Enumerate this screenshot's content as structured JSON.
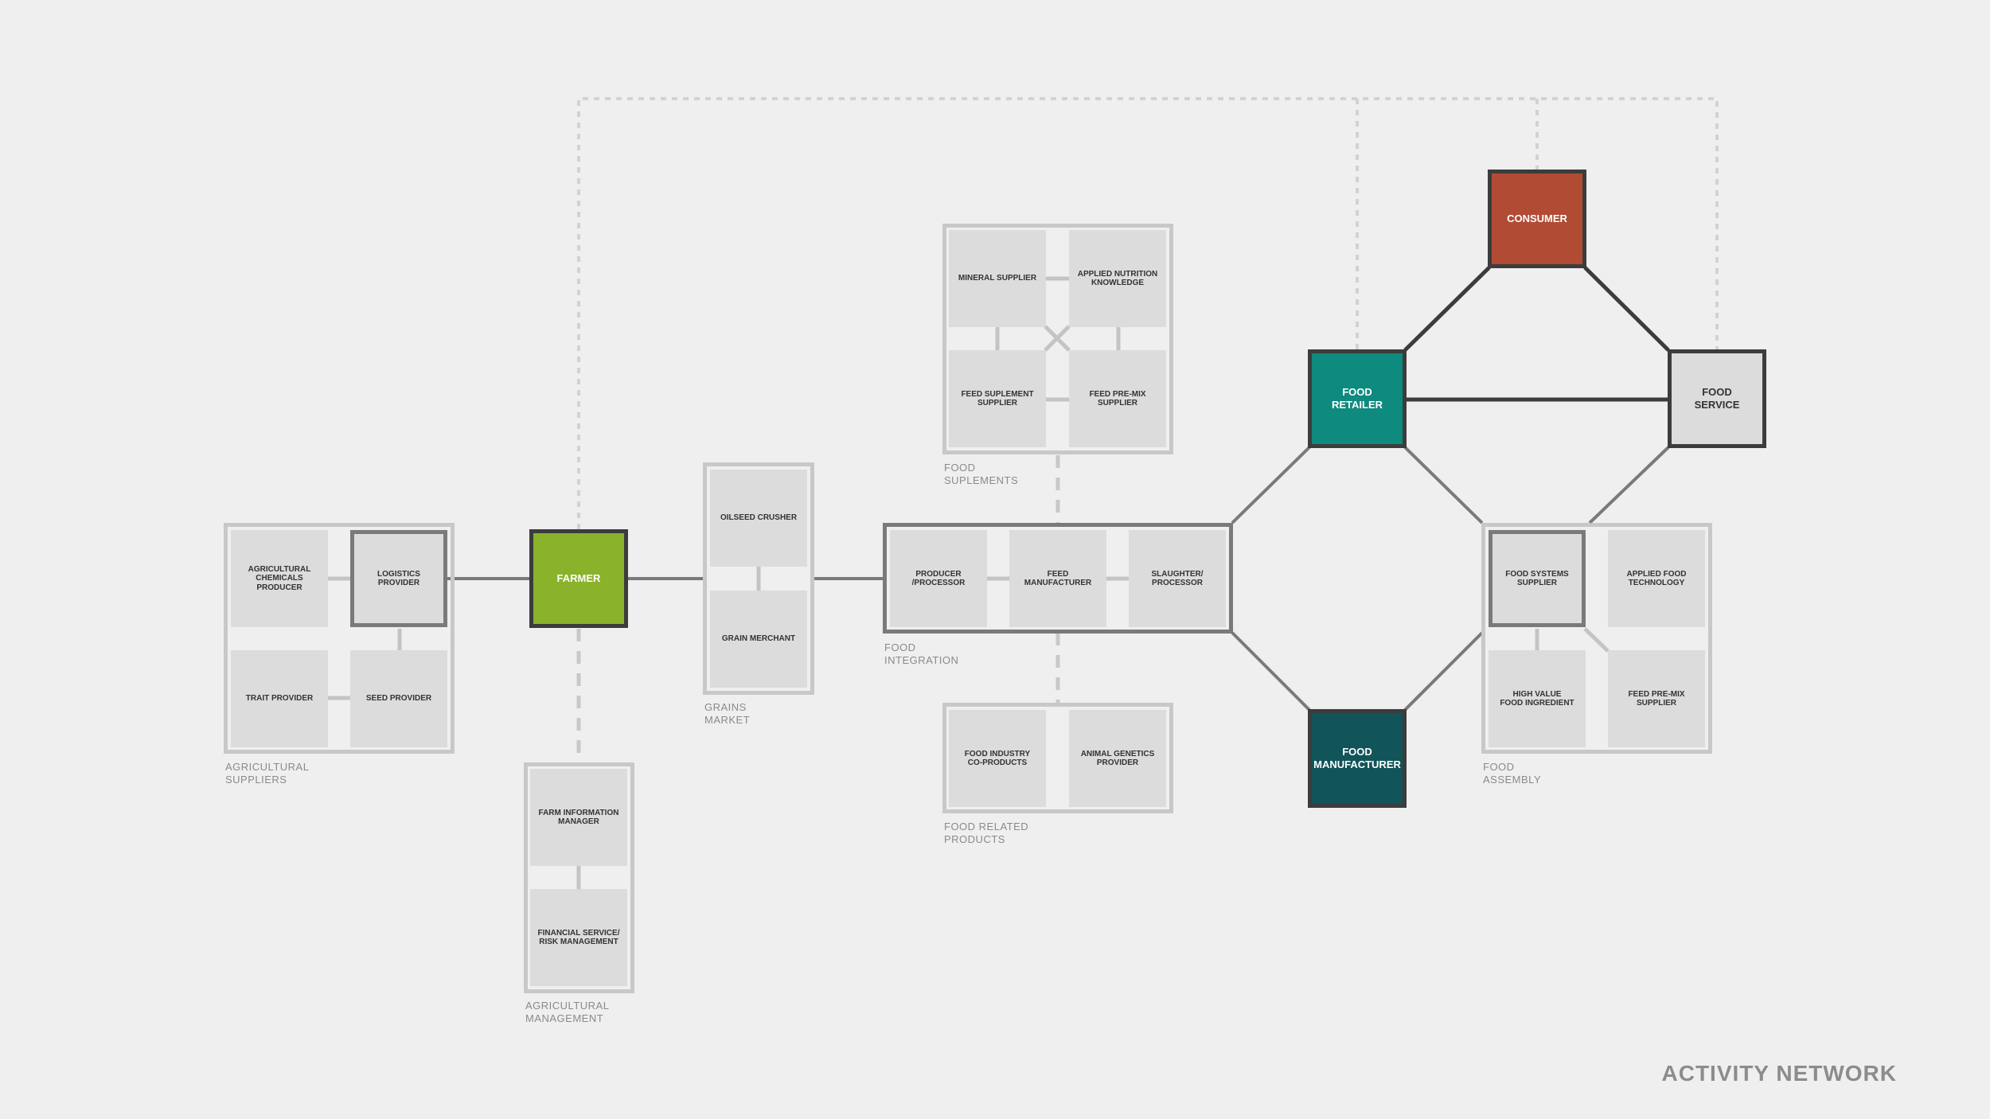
{
  "colors": {
    "background": "#efefef",
    "farmer": "#8ab22b",
    "consumer": "#b24b34",
    "food_retailer": "#0e8a7e",
    "food_manufacturer": "#115459",
    "food_service": "#dcdcdc",
    "box_fill": "#dcdcdc",
    "group_border": "#c8c8c8",
    "connector": "#7a7a7a",
    "strong_connector": "#3c3c3c",
    "dotted_connector": "#d2d2d2"
  },
  "nodes": {
    "farmer": "FARMER",
    "consumer": "CONSUMER",
    "food_retailer": "FOOD\nRETAILER",
    "food_service": "FOOD\nSERVICE",
    "food_manufacturer": "FOOD\nMANUFACTURER"
  },
  "groups": {
    "agricultural_suppliers": {
      "label": "AGRICULTURAL\nSUPPLIERS",
      "boxes": [
        "AGRICULTURAL\nCHEMICALS\nPRODUCER",
        "LOGISTICS\nPROVIDER",
        "TRAIT PROVIDER",
        "SEED PROVIDER"
      ]
    },
    "agricultural_management": {
      "label": "AGRICULTURAL\nMANAGEMENT",
      "boxes": [
        "FARM INFORMATION\nMANAGER",
        "FINANCIAL SERVICE/\nRISK MANAGEMENT"
      ]
    },
    "grains_market": {
      "label": "GRAINS\nMARKET",
      "boxes": [
        "OILSEED CRUSHER",
        "GRAIN MERCHANT"
      ]
    },
    "food_suplements": {
      "label": "FOOD\nSUPLEMENTS",
      "boxes": [
        "MINERAL SUPPLIER",
        "APPLIED NUTRITION\nKNOWLEDGE",
        "FEED SUPLEMENT\nSUPPLIER",
        "FEED PRE-MIX\nSUPPLIER"
      ]
    },
    "food_integration": {
      "label": "FOOD\nINTEGRATION",
      "boxes": [
        "PRODUCER\n/PROCESSOR",
        "FEED\nMANUFACTURER",
        "SLAUGHTER/\nPROCESSOR"
      ]
    },
    "food_related_products": {
      "label": "FOOD RELATED\nPRODUCTS",
      "boxes": [
        "FOOD INDUSTRY\nCO-PRODUCTS",
        "ANIMAL GENETICS\nPROVIDER"
      ]
    },
    "food_assembly": {
      "label": "FOOD\nASSEMBLY",
      "boxes": [
        "FOOD SYSTEMS\nSUPPLIER",
        "APPLIED FOOD\nTECHNOLOGY",
        "HIGH VALUE\nFOOD INGREDIENT",
        "FEED PRE-MIX\nSUPPLIER"
      ]
    }
  },
  "footer": {
    "title": "ACTIVITY NETWORK"
  }
}
